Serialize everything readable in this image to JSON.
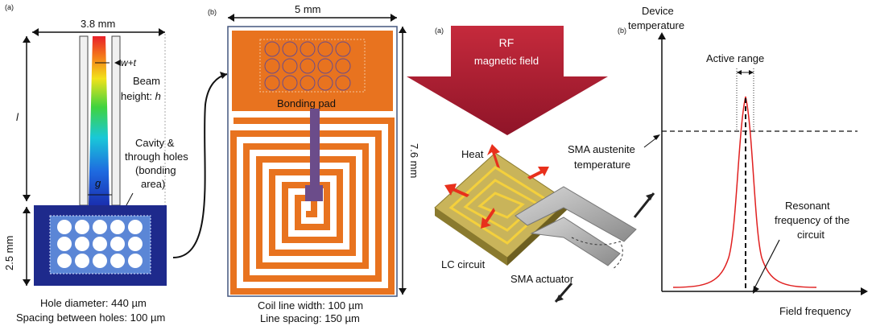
{
  "panel1": {
    "label": "(a)",
    "width_label": "3.8 mm",
    "length_label": "l",
    "wt_label": "w+t",
    "beam_line1": "Beam",
    "beam_line2": "height: ",
    "beam_h": "h",
    "g_label": "g",
    "cavity_line1": "Cavity &",
    "cavity_line2": "through holes",
    "cavity_line3": "(bonding",
    "cavity_line4": "area)",
    "height_label": "2.5 mm",
    "hole_diameter": "Hole diameter: 440 µm",
    "hole_spacing": "Spacing between holes: 100 µm",
    "colors": {
      "base": "#1e2a8c",
      "pad": "#5b86d6",
      "beam_hot": "#e8202a",
      "beam_cold": "#1a2fb0"
    }
  },
  "panel2": {
    "label": "(b)",
    "width_label": "5 mm",
    "height_label": "7.6 mm",
    "bonding_pad": "Bonding pad",
    "coil_width": "Coil line width: 100 µm",
    "line_spacing": "Line spacing: 150 µm",
    "colors": {
      "copper": "#e8731f",
      "via": "#6b4c8a"
    }
  },
  "panel3": {
    "label": "(a)",
    "rf_line1": "RF",
    "rf_line2": "magnetic field",
    "heat": "Heat",
    "lc_circuit": "LC circuit",
    "sma_actuator": "SMA actuator",
    "colors": {
      "arrow": "#a61c2e",
      "board": "#c9b45a",
      "heat_arrow": "#e8301c"
    }
  },
  "panel4": {
    "label": "(b)",
    "ylabel_line1": "Device",
    "ylabel_line2": "temperature",
    "active_range": "Active range",
    "sma_line1": "SMA austenite",
    "sma_line2": "temperature",
    "res_line1": "Resonant",
    "res_line2": "frequency of the",
    "res_line3": "circuit",
    "xlabel": "Field frequency",
    "colors": {
      "curve": "#e02020"
    }
  }
}
